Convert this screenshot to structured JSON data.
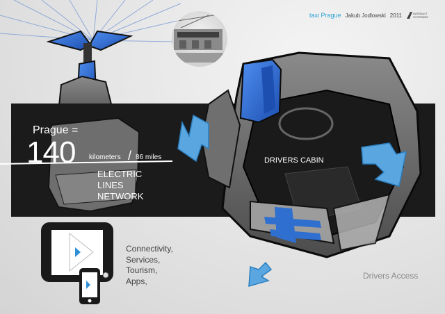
{
  "header": {
    "project": "taxi Prague",
    "author": "Jakub Jodlowski",
    "year": "2011",
    "logo_text": "DASSAULT SYSTEMES"
  },
  "network": {
    "heading": "Prague =",
    "number": "140",
    "unit_km": "kilometers",
    "slash": "/",
    "unit_miles": "86 miles",
    "line1": "ELECTRIC",
    "line2": "LINES",
    "line3": "NETWORK"
  },
  "cabin_label": "DRIVERS CABIN",
  "services": [
    "Connectivity,",
    "Services,",
    "Tourism,",
    "Apps,"
  ],
  "access_label": "Drivers Access",
  "colors": {
    "accent_blue": "#2e6fd0",
    "arrow_blue": "#5aa6e0",
    "band": "#1b1b1b"
  }
}
